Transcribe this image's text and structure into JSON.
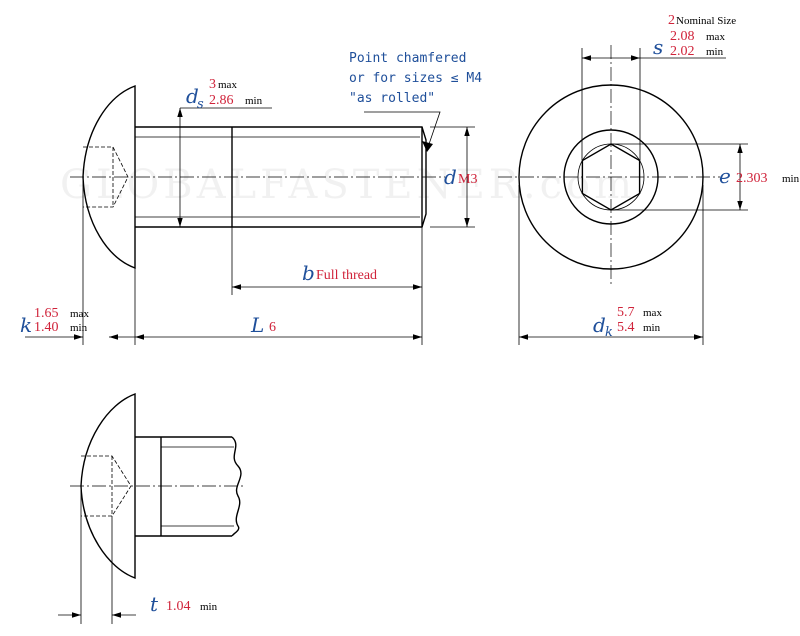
{
  "watermark": "GLOBALFASTENER.com",
  "note": {
    "line1": "Point chamfered",
    "line2": "or for sizes ≤ M4",
    "line3": "\"as rolled\""
  },
  "ds": {
    "symbol": "d",
    "sub": "s",
    "max_value": "3",
    "max_label": "max",
    "min_value": "2.86",
    "min_label": "min"
  },
  "d": {
    "symbol": "d",
    "value": "M3"
  },
  "b": {
    "symbol": "b",
    "text": "Full thread"
  },
  "k": {
    "symbol": "k",
    "max_value": "1.65",
    "max_label": "max",
    "min_value": "1.40",
    "min_label": "min"
  },
  "L": {
    "symbol": "L",
    "value": "6"
  },
  "s": {
    "symbol": "s",
    "nominal_value": "2",
    "nominal_label": "Nominal Size",
    "max_value": "2.08",
    "max_label": "max",
    "min_value": "2.02",
    "min_label": "min"
  },
  "e": {
    "symbol": "e",
    "value": "2.303",
    "label": "min"
  },
  "dk": {
    "symbol": "d",
    "sub": "k",
    "max_value": "5.7",
    "max_label": "max",
    "min_value": "5.4",
    "min_label": "min"
  },
  "t": {
    "symbol": "t",
    "value": "1.04",
    "label": "min"
  }
}
